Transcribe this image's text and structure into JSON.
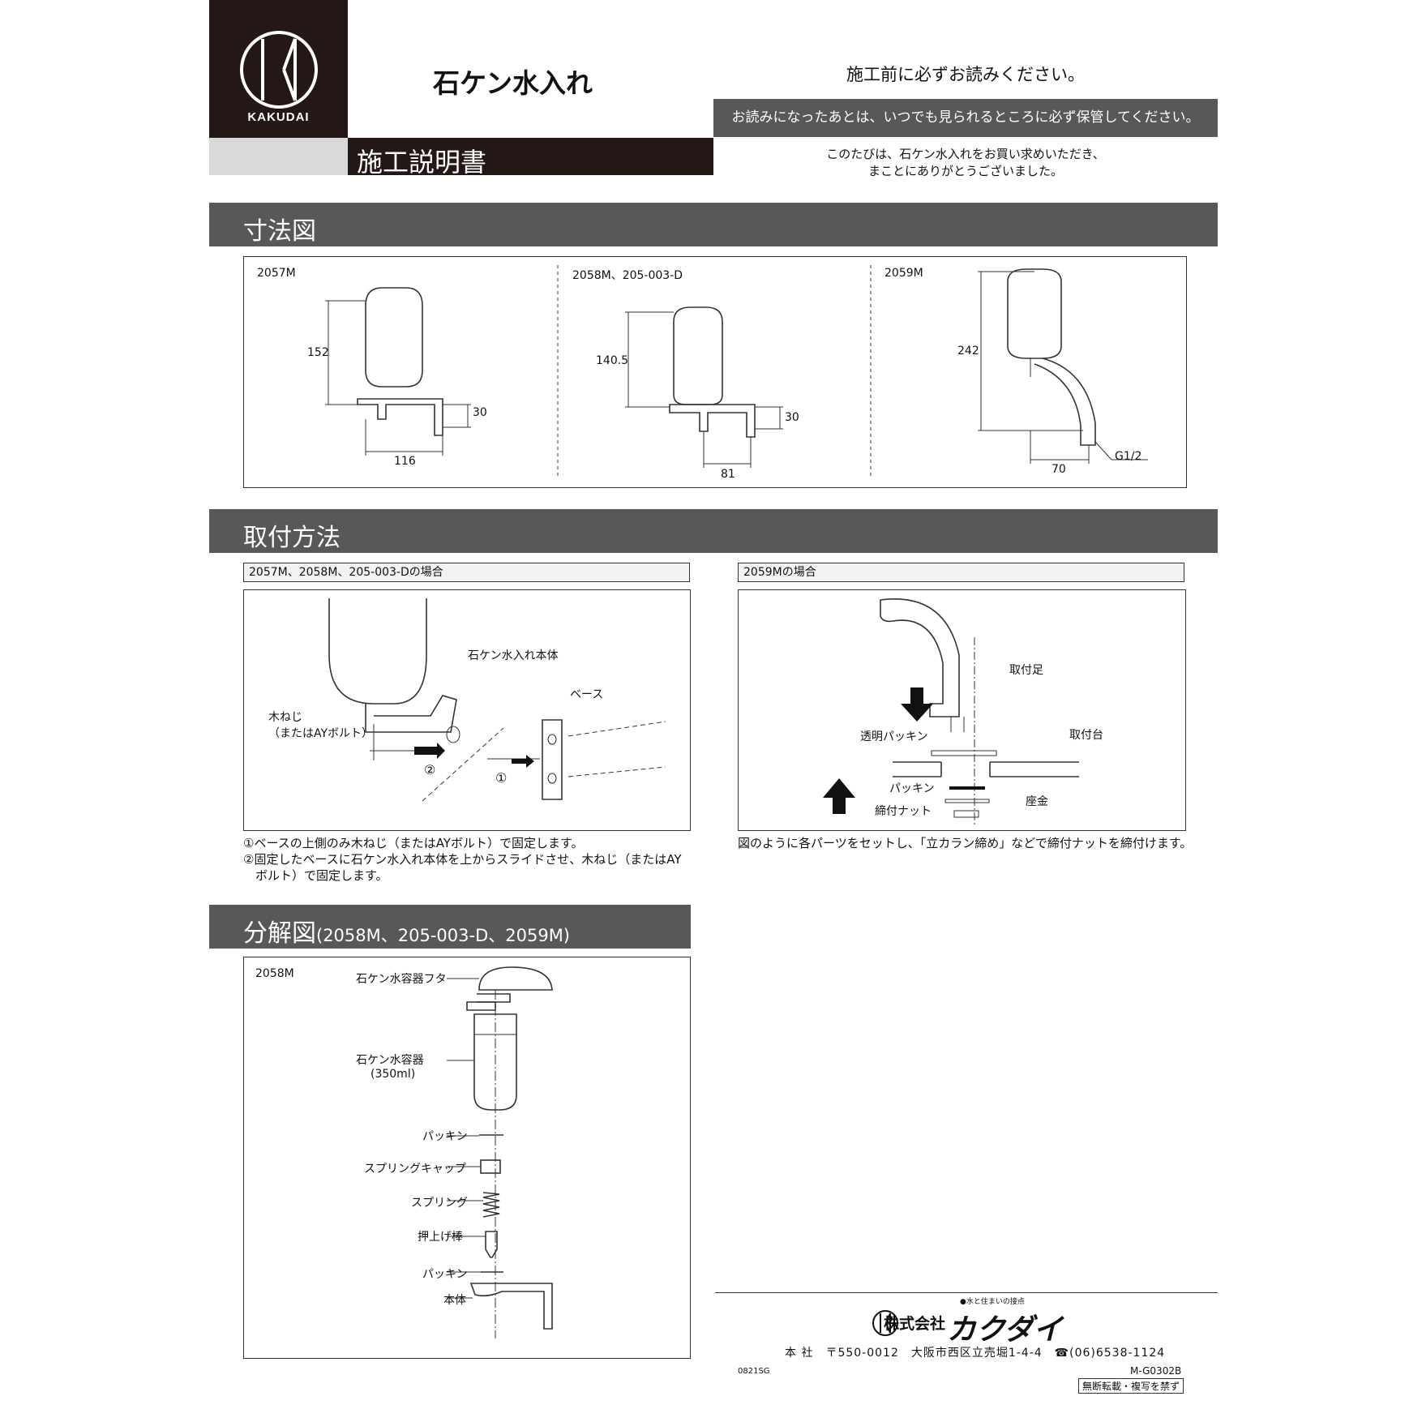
{
  "header": {
    "brand": "KAKUDAI",
    "product_title": "石ケン水入れ",
    "doc_type": "施工説明書",
    "read_before": "施工前に必ずお読みください。",
    "keep_note": "お読みになったあとは、いつでも見られるところに必ず保管してください。",
    "thanks_line1": "このたびは、石ケン水入れをお買い求めいただき、",
    "thanks_line2": "まことにありがとうございました。"
  },
  "dimensions": {
    "section_title": "寸法図",
    "models": [
      {
        "name": "2057M",
        "height": "152",
        "depth": "30",
        "width": "116"
      },
      {
        "name": "2058M、205-003-D",
        "height": "140.5",
        "depth": "30",
        "width": "81"
      },
      {
        "name": "2059M",
        "height": "242",
        "width": "70",
        "thread": "G1/2"
      }
    ]
  },
  "install": {
    "section_title": "取付方法",
    "left_caption": "2057M、2058M、205-003-Dの場合",
    "right_caption": "2059Mの場合",
    "left_labels": {
      "body": "石ケン水入れ本体",
      "base": "ベース",
      "screw1": "木ねじ",
      "screw2": "（またはAYボルト）",
      "step1": "①",
      "step2": "②"
    },
    "left_notes": [
      "①ベースの上側のみ木ねじ（またはAYボルト）で固定します。",
      "②固定したベースに石ケン水入れ本体を上からスライドさせ、木ねじ（またはAY",
      "　ボルト）で固定します。"
    ],
    "right_labels": {
      "foot": "取付足",
      "clear_packing": "透明パッキン",
      "mount": "取付台",
      "packing": "パッキン",
      "washer": "座金",
      "nut": "締付ナット"
    },
    "right_note": "図のように各パーツをセットし、「立カラン締め」などで締付ナットを締付けます。"
  },
  "exploded": {
    "section_title": "分解図",
    "section_note": "(2058M、205-003-D、2059M)",
    "model": "2058M",
    "parts": [
      "石ケン水容器フタ",
      "石ケン水容器",
      "(350ml)",
      "パッキン",
      "スプリングキャップ",
      "スプリング",
      "押上げ棒",
      "パッキン",
      "本体"
    ]
  },
  "footer": {
    "tagline": "●水と住まいの接点",
    "corp_prefix": "株式会社",
    "corp_name": "カクダイ",
    "address": "本 社　〒550-0012　大阪市西区立売堀1-4-4　☎(06)6538-1124",
    "code_left": "0821SG",
    "code_right": "M-G0302B",
    "no_reprint": "無断転載・複写を禁ず"
  }
}
